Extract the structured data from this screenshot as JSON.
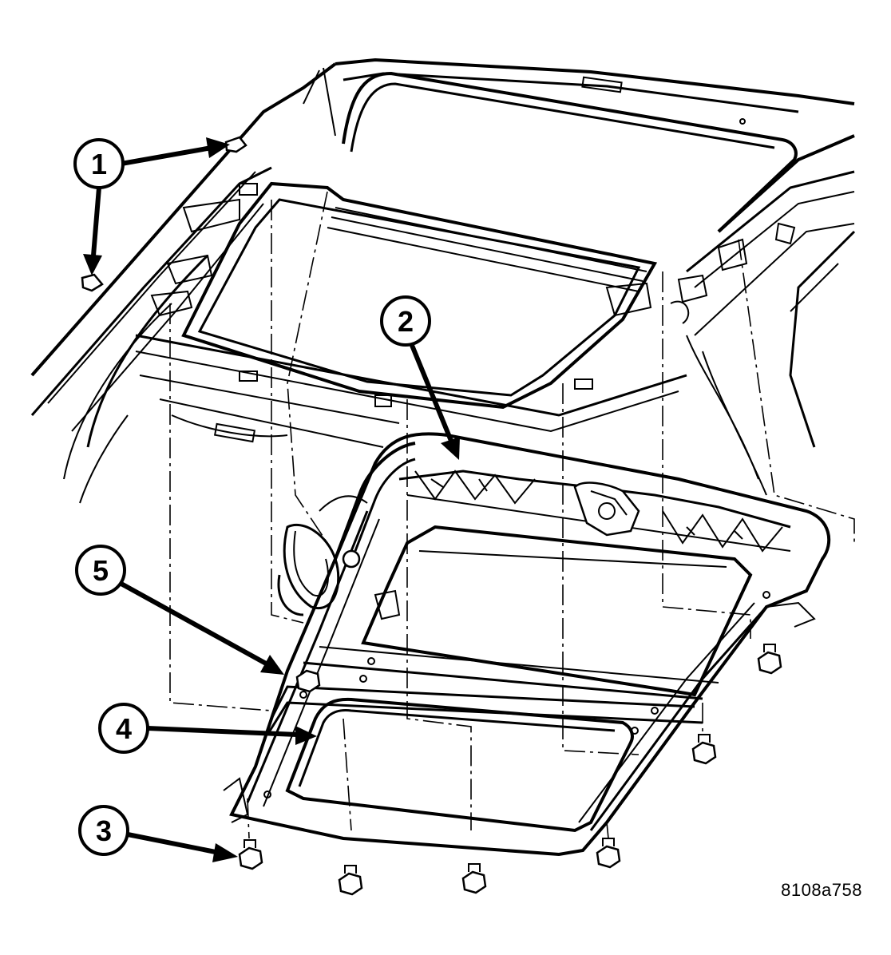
{
  "figure_id": "8108a758",
  "callouts": [
    {
      "number": "1"
    },
    {
      "number": "2"
    },
    {
      "number": "3"
    },
    {
      "number": "4"
    },
    {
      "number": "5"
    }
  ],
  "colors": {
    "line": "#000000",
    "background": "#ffffff"
  }
}
